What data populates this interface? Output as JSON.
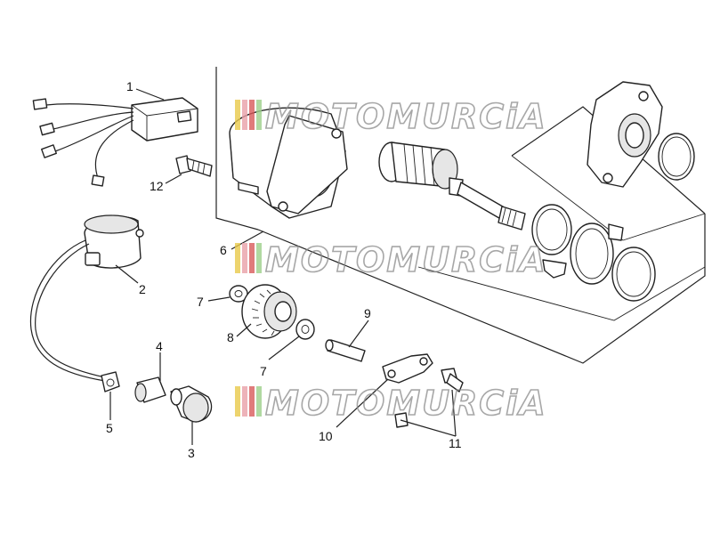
{
  "callouts": [
    {
      "id": "1",
      "label": "1"
    },
    {
      "id": "2",
      "label": "2"
    },
    {
      "id": "3",
      "label": "3"
    },
    {
      "id": "4",
      "label": "4"
    },
    {
      "id": "5",
      "label": "5"
    },
    {
      "id": "6",
      "label": "6"
    },
    {
      "id": "7a",
      "label": "7"
    },
    {
      "id": "7b",
      "label": "7"
    },
    {
      "id": "8",
      "label": "8"
    },
    {
      "id": "9",
      "label": "9"
    },
    {
      "id": "10",
      "label": "10"
    },
    {
      "id": "11",
      "label": "11"
    },
    {
      "id": "12",
      "label": "12"
    }
  ],
  "watermark": {
    "text": "MOTOMURCiA",
    "stripe_colors": [
      "#e8c94a",
      "#e8a0a8",
      "#d85a5a",
      "#9ccf8a"
    ]
  }
}
